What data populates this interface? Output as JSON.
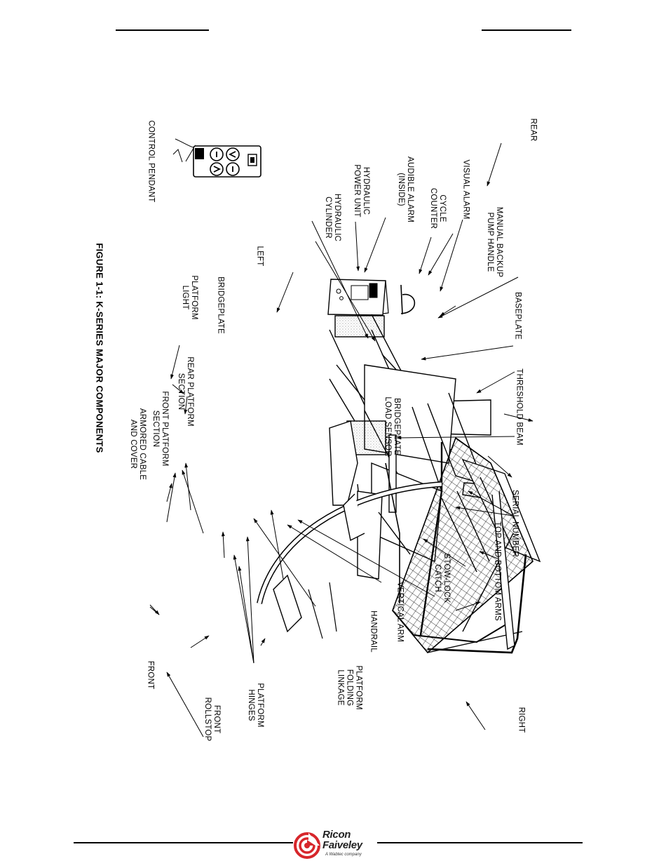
{
  "figure": {
    "caption": "FIGURE 1-1:  K-SERIES MAJOR COMPONENTS",
    "orientation": {
      "rear": "REAR",
      "left": "LEFT",
      "right": "RIGHT",
      "front": "FRONT"
    },
    "components": {
      "control_pendant": "CONTROL PENDANT",
      "visual_alarm": "VISUAL ALARM",
      "cycle_counter_l1": "CYCLE",
      "cycle_counter_l2": "COUNTER",
      "audible_alarm_l1": "AUDIBLE ALARM",
      "audible_alarm_l2": "(INSIDE)",
      "hydraulic_power_unit_l1": "HYDRAULIC",
      "hydraulic_power_unit_l2": "POWER UNIT",
      "hydraulic_cylinder_l1": "HYDRAULIC",
      "hydraulic_cylinder_l2": "CYLINDER",
      "manual_backup_l1": "MANUAL BACKUP",
      "manual_backup_l2": "PUMP HANDLE",
      "baseplate": "BASEPLATE",
      "threshold_beam": "THRESHOLD BEAM",
      "bridgeplate_load_sensor_l1": "BRIDGEPLATE",
      "bridgeplate_load_sensor_l2": "LOAD SENSOR",
      "serial_number": "SERIAL NUMBER",
      "top_bottom_arms": "TOP AND BOTTOM ARMS",
      "stow_lock_l1": "STOW-LOCK",
      "stow_lock_l2": "CATCH",
      "vertical_arm": "VERTICAL ARM",
      "handrail": "HANDRAIL",
      "folding_linkage_l1": "PLATFORM",
      "folding_linkage_l2": "FOLDING",
      "folding_linkage_l3": "LINKAGE",
      "platform_hinges_l1": "PLATFORM",
      "platform_hinges_l2": "HINGES",
      "front_rollstop_l1": "FRONT",
      "front_rollstop_l2": "ROLLSTOP",
      "armored_cable_l1": "ARMORED CABLE",
      "armored_cable_l2": "AND COVER",
      "front_platform_l1": "FRONT PLATFORM",
      "front_platform_l2": "SECTION",
      "rear_platform_l1": "REAR PLATFORM",
      "rear_platform_l2": "SECTION",
      "platform_light_l1": "PLATFORM",
      "platform_light_l2": "LIGHT",
      "bridgeplate": "BRIDGEPLATE"
    }
  },
  "footer": {
    "brand_line1": "Ricon",
    "brand_line2": "Faiveley",
    "brand_tagline": "A Wabtec company",
    "brand_color": "#d7262b"
  },
  "icons": [
    "pendant-up-icon",
    "pendant-down-icon",
    "logo-mark-icon"
  ]
}
